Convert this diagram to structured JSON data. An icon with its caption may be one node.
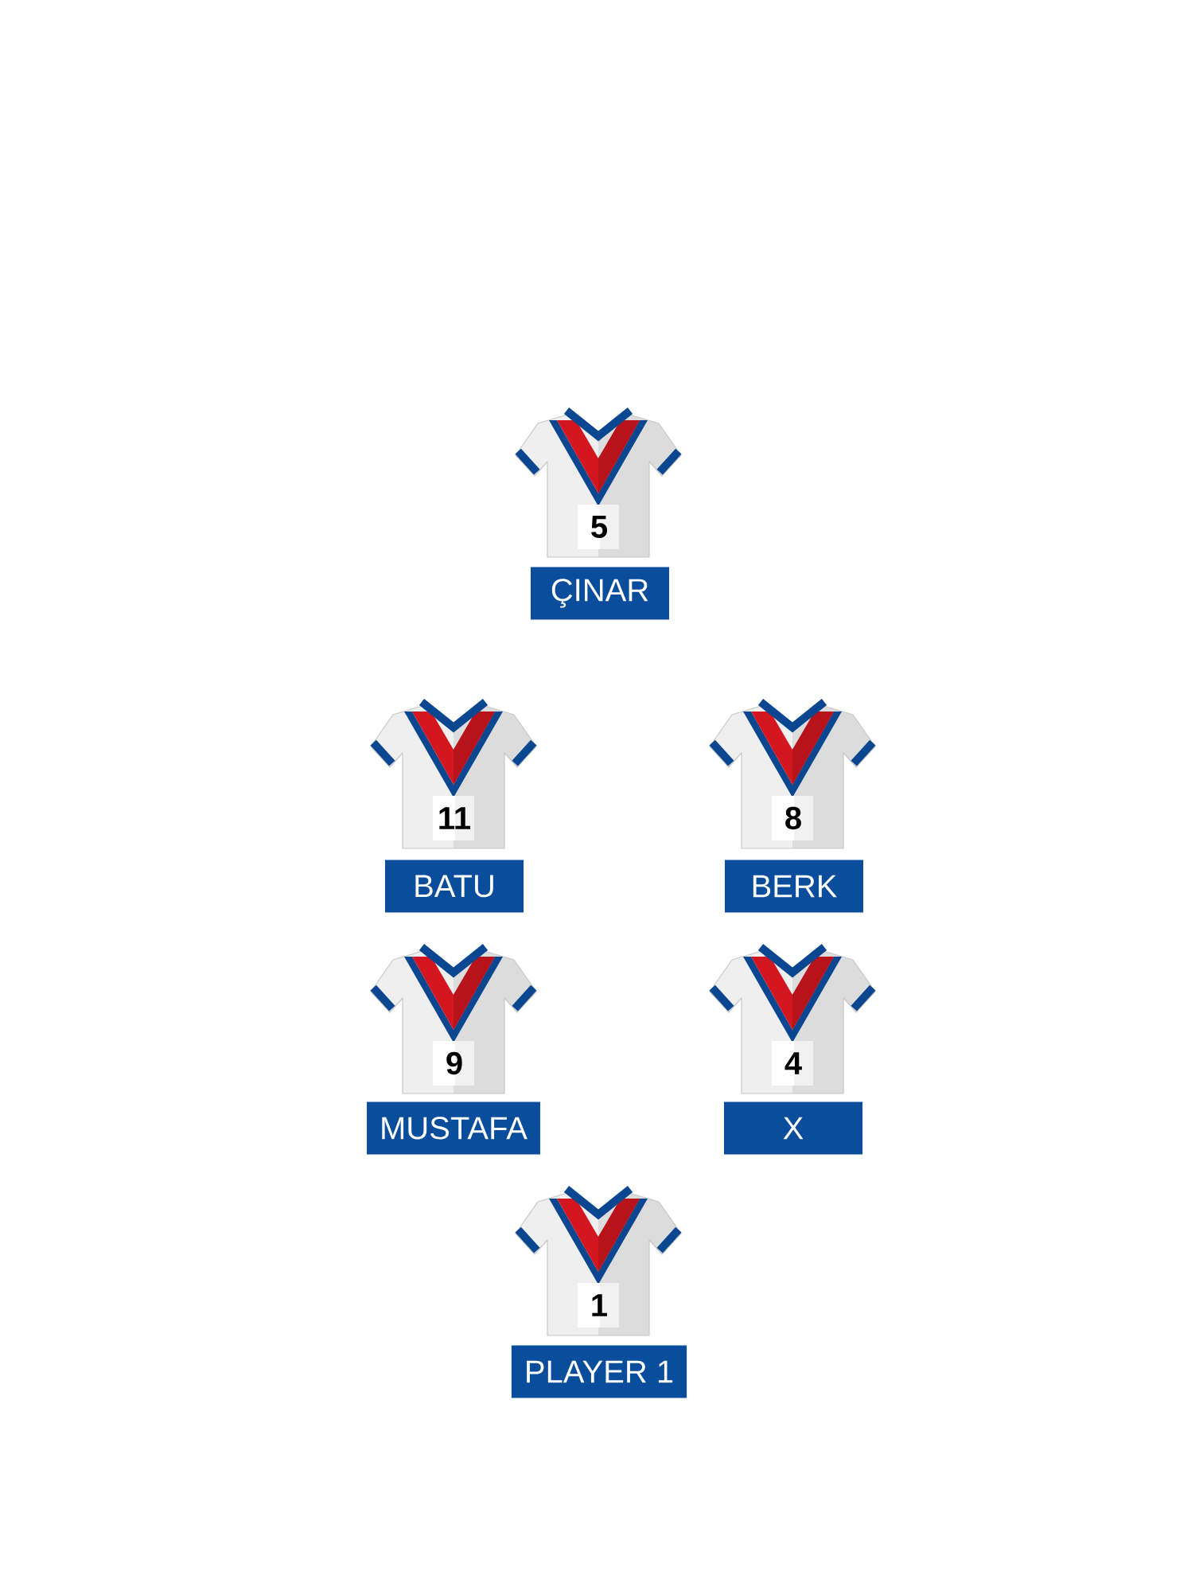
{
  "diagram": {
    "nodes": [
      {
        "text": [
          "5"
        ]
      },
      {
        "text": [
          "ÇINAR"
        ]
      },
      {
        "text": [
          "11"
        ]
      },
      {
        "text": [
          "8"
        ]
      },
      {
        "text": [
          "BATU"
        ]
      },
      {
        "text": [
          "BERK"
        ]
      },
      {
        "text": [
          "9"
        ]
      },
      {
        "text": [
          "4"
        ]
      },
      {
        "text": [
          "MUSTAFA"
        ]
      },
      {
        "text": [
          "X"
        ]
      },
      {
        "text": [
          "1"
        ]
      },
      {
        "text": [
          "PLAYER 1"
        ]
      }
    ]
  }
}
